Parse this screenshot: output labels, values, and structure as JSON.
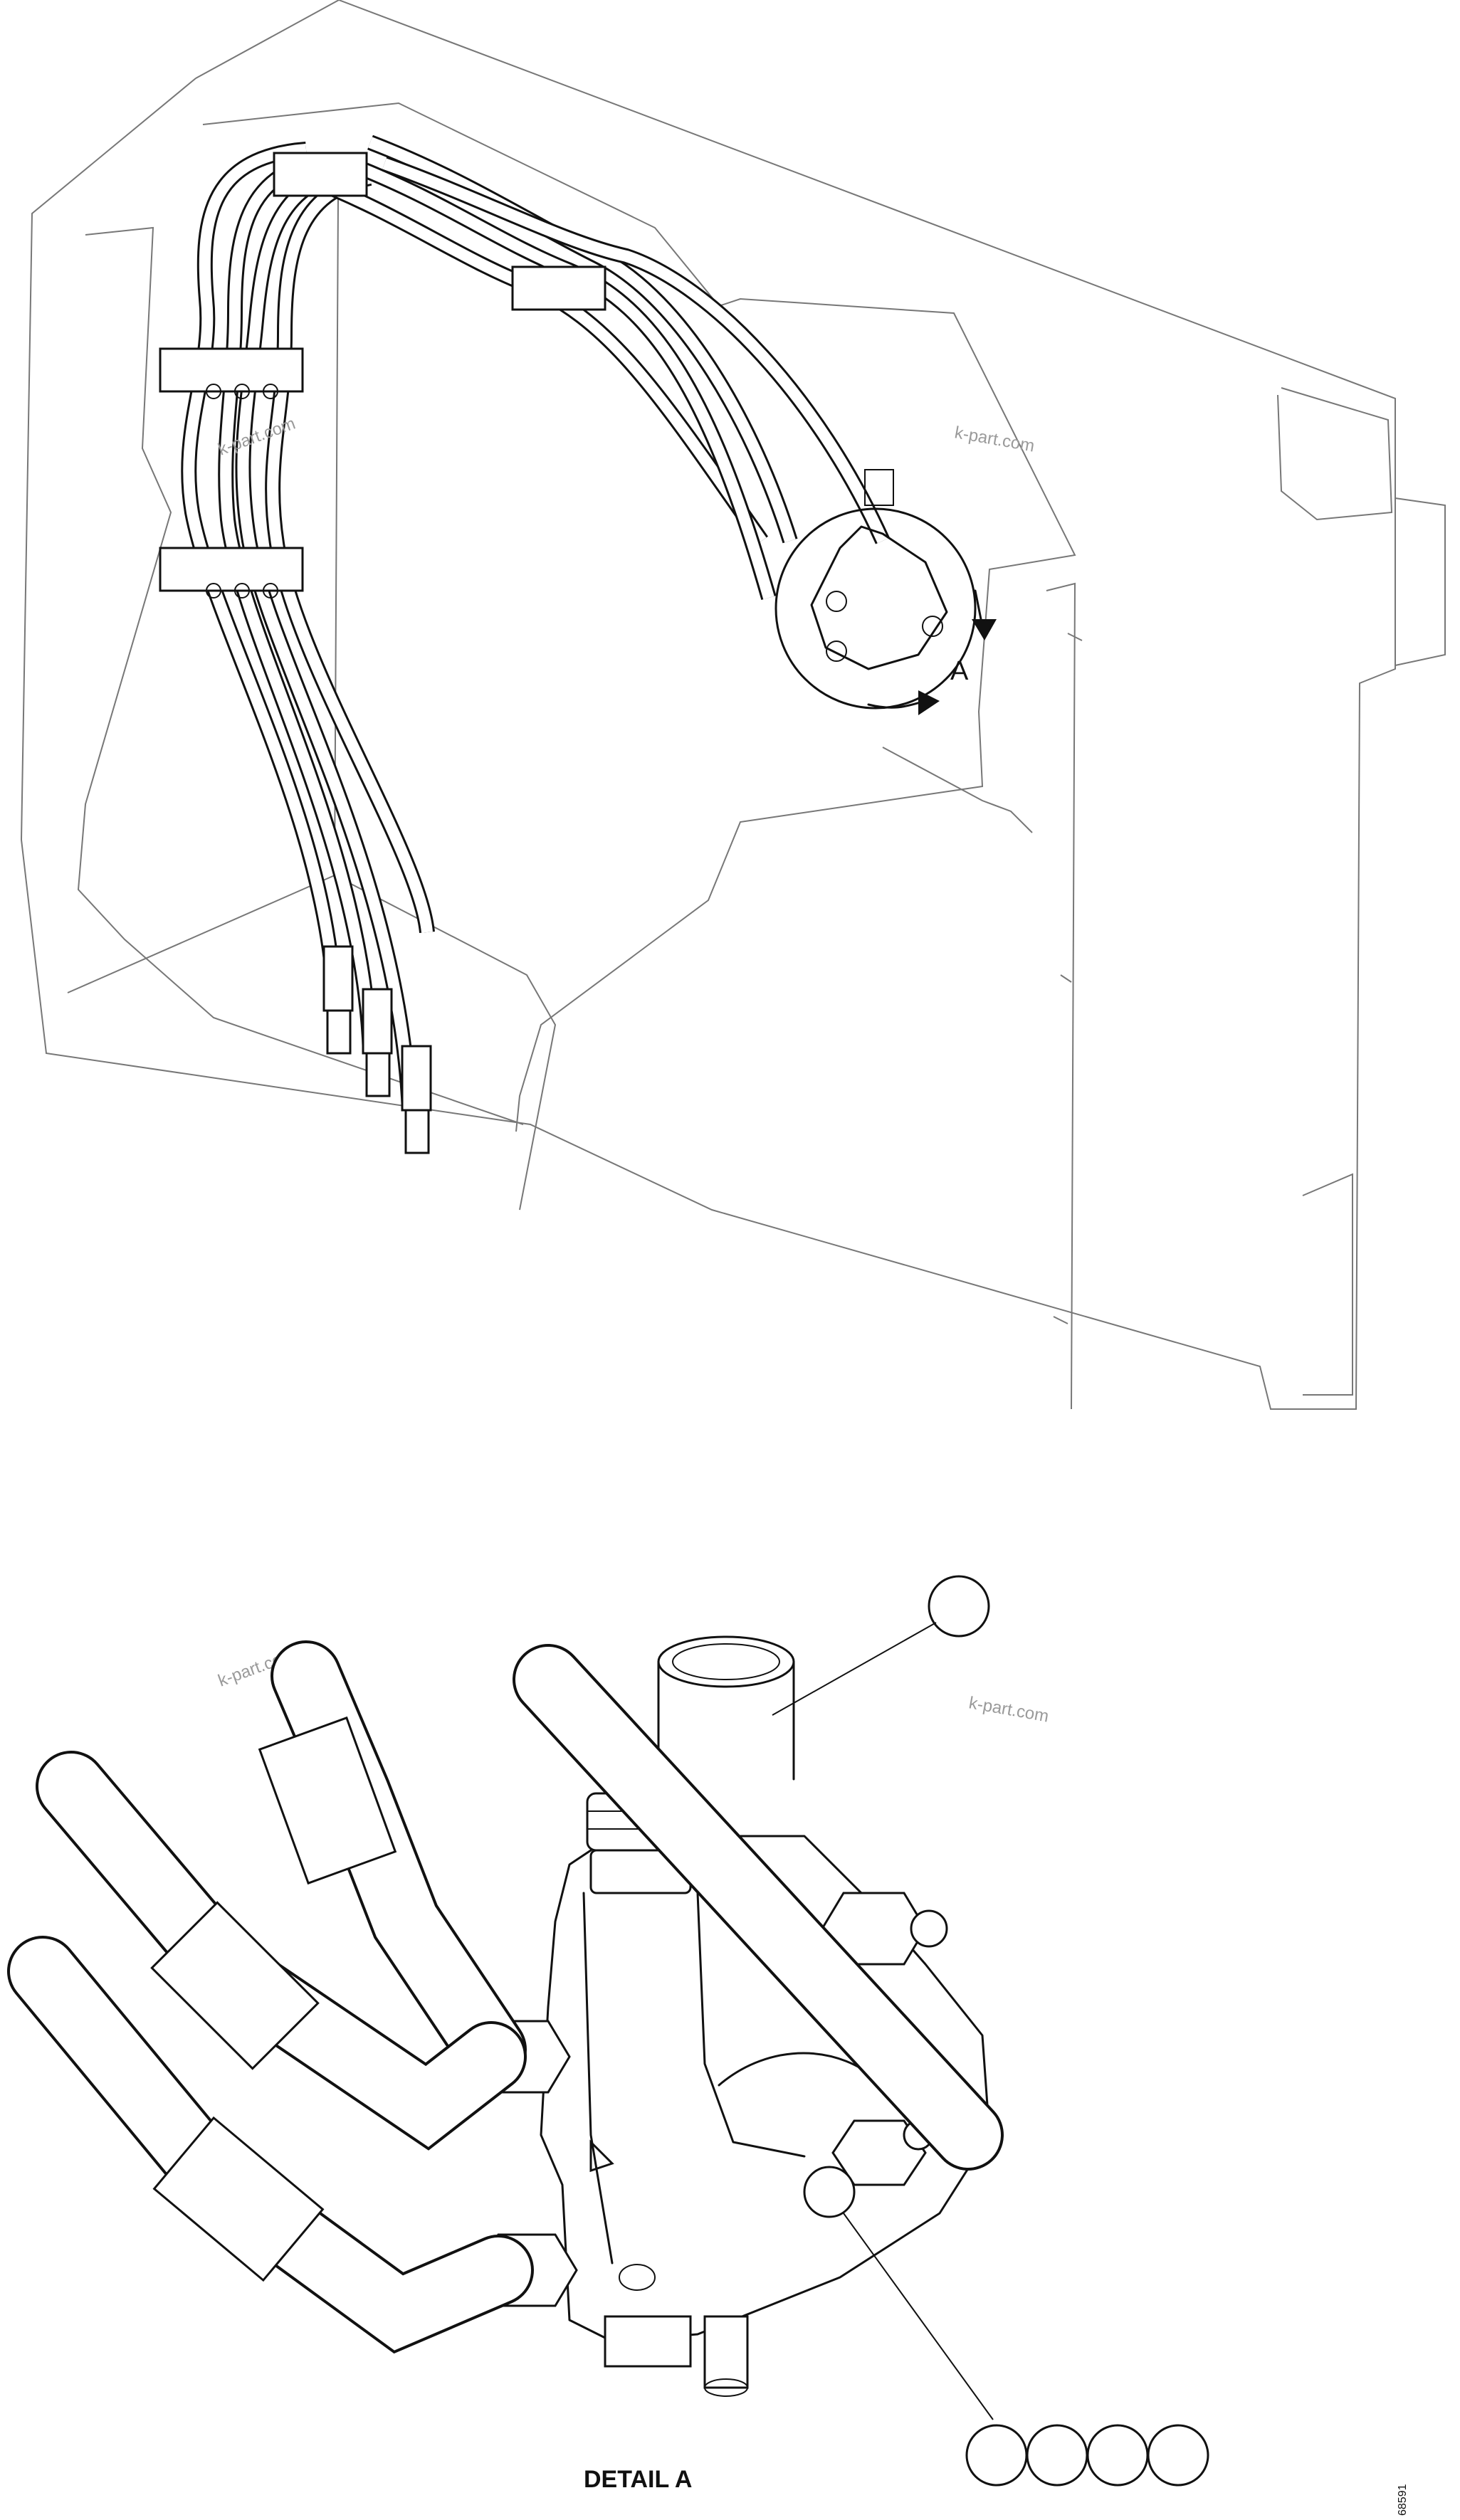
{
  "figure": {
    "view_label": "A",
    "detail_title": "DETAIL A",
    "watermarks": [
      "k-part.com",
      "k-part.com",
      "k-part.com",
      "k-part.com"
    ],
    "figure_code": "68591"
  },
  "callouts": [
    {
      "id": "top",
      "number": ""
    },
    {
      "id": "bottom-1",
      "number": ""
    },
    {
      "id": "bottom-2",
      "number": ""
    },
    {
      "id": "bottom-3",
      "number": ""
    },
    {
      "id": "bottom-4",
      "number": ""
    }
  ]
}
